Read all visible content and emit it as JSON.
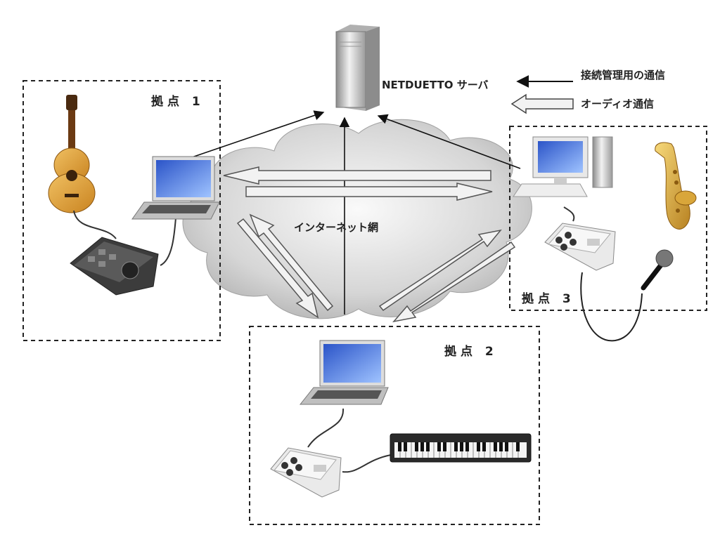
{
  "diagram": {
    "server_label": "NETDUETTO サーバ",
    "internet_label": "インターネット網",
    "sites": [
      {
        "label": "拠点 1"
      },
      {
        "label": "拠点 2"
      },
      {
        "label": "拠点 3"
      }
    ],
    "legend": {
      "connection_label": "接続管理用の通信",
      "audio_label": "オーディオ通信"
    }
  }
}
